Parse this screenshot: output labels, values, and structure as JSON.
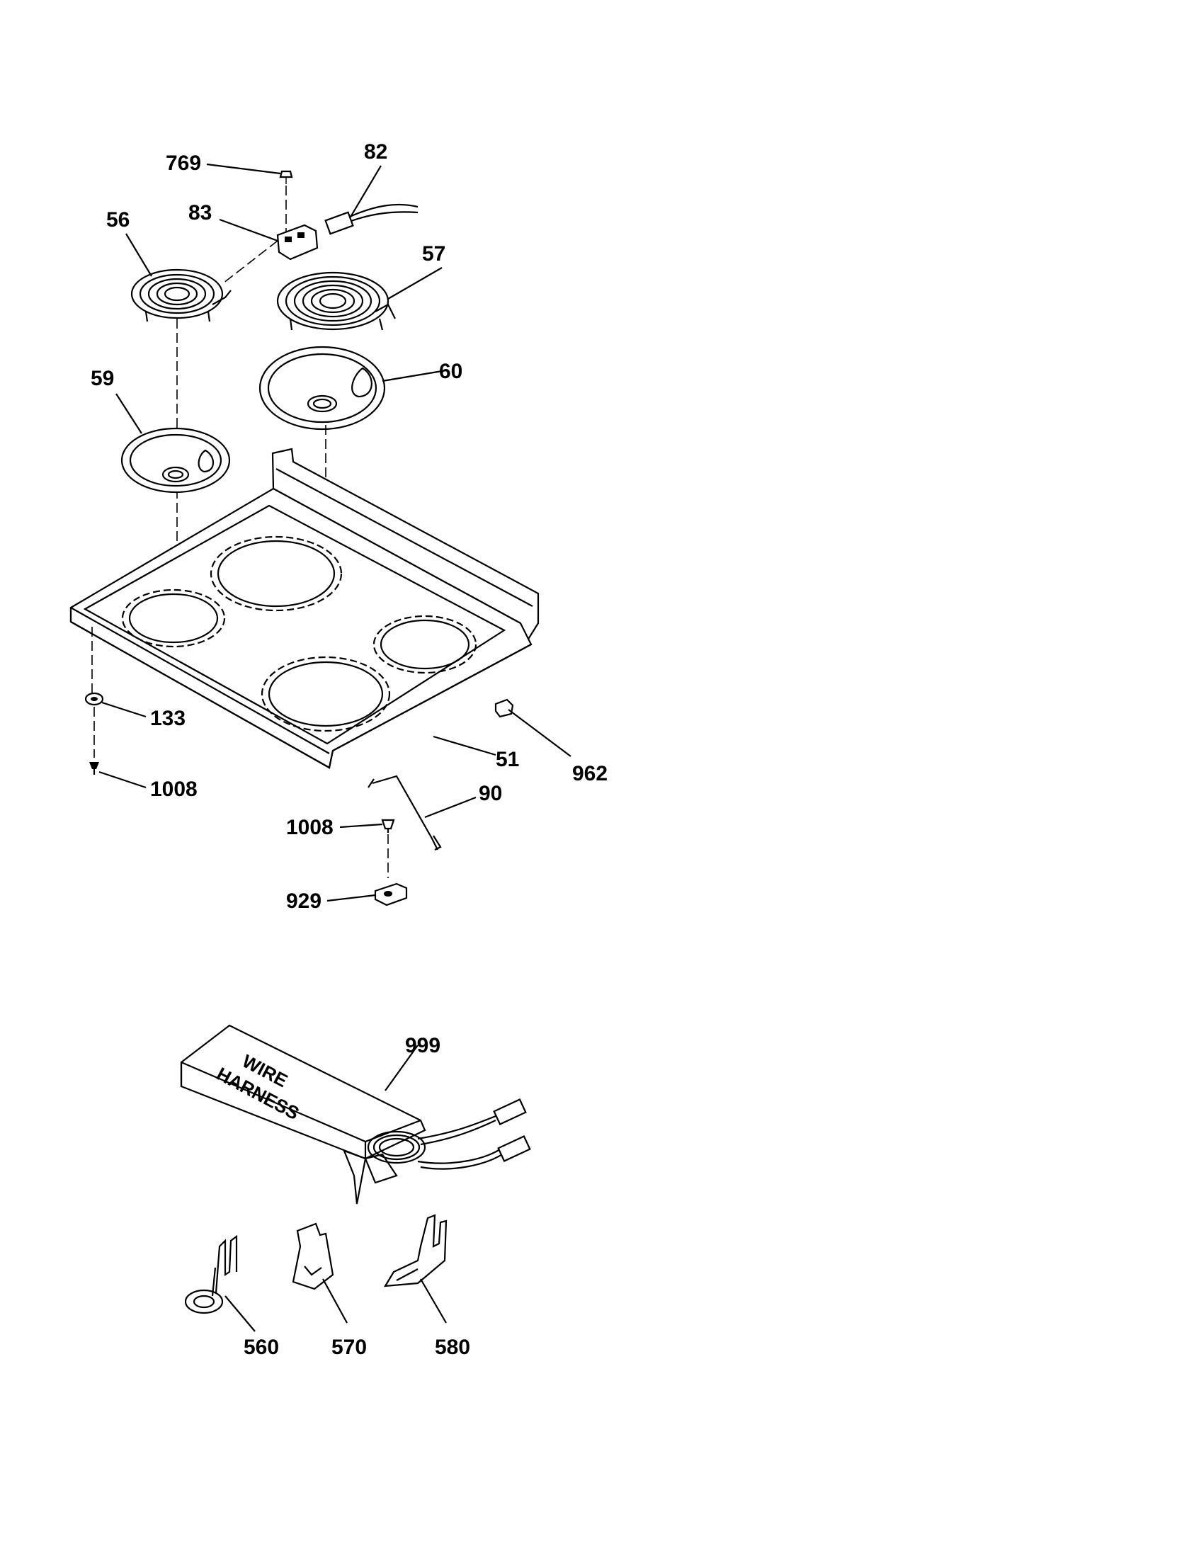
{
  "diagram": {
    "part_labels": {
      "p769": "769",
      "p82": "82",
      "p83": "83",
      "p56": "56",
      "p57": "57",
      "p60": "60",
      "p59": "59",
      "p133": "133",
      "p1008a": "1008",
      "p51": "51",
      "p962": "962",
      "p90": "90",
      "p1008b": "1008",
      "p929": "929",
      "p999": "999",
      "p560": "560",
      "p570": "570",
      "p580": "580"
    },
    "harness_box": {
      "line1": "WIRE",
      "line2": "HARNESS"
    }
  }
}
